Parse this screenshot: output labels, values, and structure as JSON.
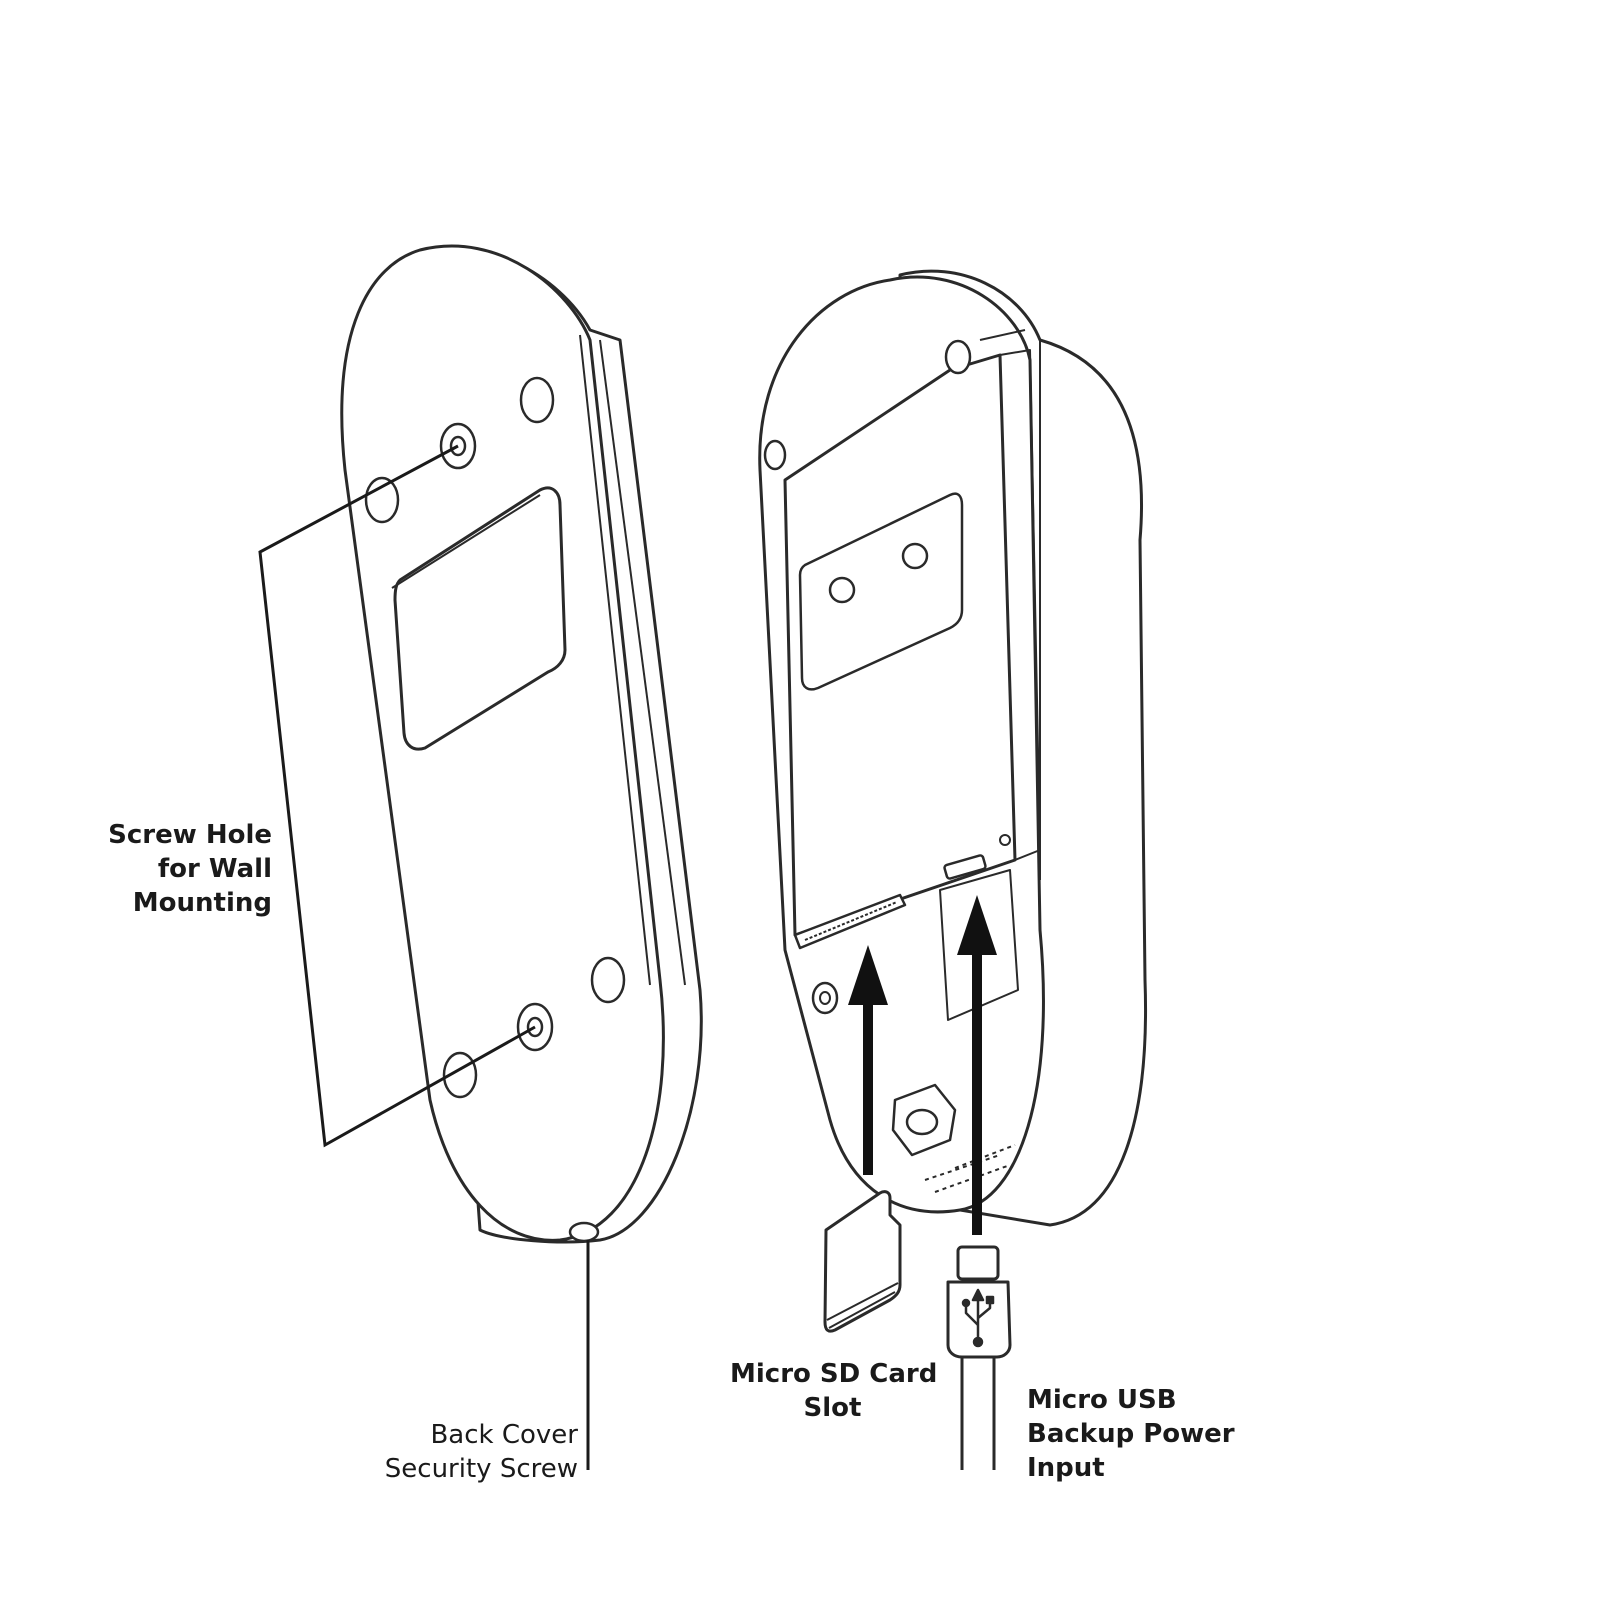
{
  "labels": {
    "screw_hole": [
      "Screw Hole",
      "for Wall",
      "Mounting"
    ],
    "back_cover": [
      "Back Cover",
      "Security Screw"
    ],
    "micro_sd": [
      "Micro SD Card",
      "Slot"
    ],
    "micro_usb": [
      "Micro USB",
      "Backup Power",
      "Input"
    ]
  },
  "colors": {
    "line": "#2a2a2a",
    "fill": "#ffffff",
    "text": "#1a1a1a"
  },
  "icons": {
    "usb": "usb-icon",
    "sd_card": "micro-sd-card-icon",
    "arrow": "arrow-up-icon"
  }
}
